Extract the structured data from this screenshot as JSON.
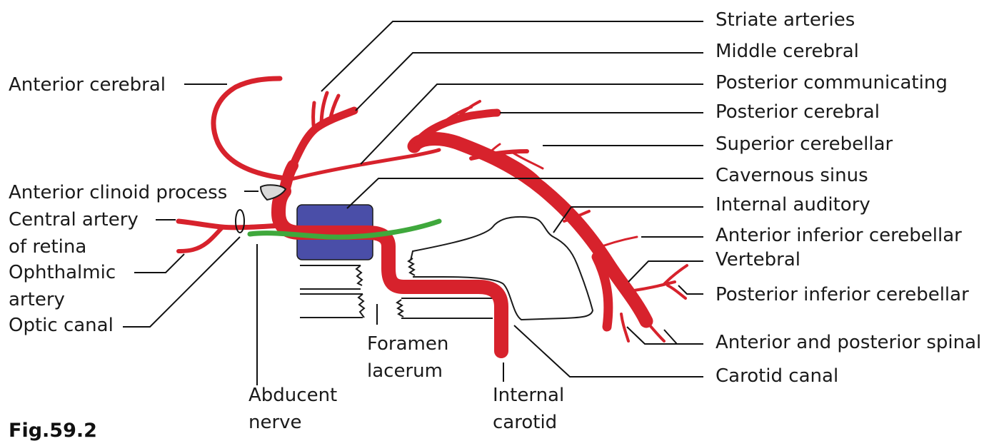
{
  "colors": {
    "artery": "#d7222c",
    "nerve": "#3fa83c",
    "sinus": "#4a4ea8",
    "clinoid": "#d9d9d9",
    "line": "#111111"
  },
  "figure_label": "Fig.59.2",
  "labels": {
    "striate_arteries": "Striate arteries",
    "middle_cerebral": "Middle cerebral",
    "posterior_communicating": "Posterior communicating",
    "posterior_cerebral": "Posterior cerebral",
    "superior_cerebellar": "Superior cerebellar",
    "cavernous_sinus": "Cavernous sinus",
    "internal_auditory": "Internal auditory",
    "anterior_inferior_cerebellar": "Anterior inferior cerebellar",
    "vertebral": "Vertebral",
    "posterior_inferior_cerebellar": "Posterior inferior cerebellar",
    "anterior_posterior_spinal": "Anterior and posterior spinal",
    "carotid_canal": "Carotid canal",
    "anterior_cerebral": "Anterior cerebral",
    "anterior_clinoid": "Anterior clinoid process",
    "central_artery_1": "Central artery",
    "central_artery_2": "of retina",
    "ophthalmic_1": "Ophthalmic",
    "ophthalmic_2": "artery",
    "optic_canal": "Optic canal",
    "abducent_1": "Abducent",
    "abducent_2": "nerve",
    "foramen_1": "Foramen",
    "foramen_2": "lacerum",
    "internal_carotid_1": "Internal",
    "internal_carotid_2": "carotid"
  }
}
